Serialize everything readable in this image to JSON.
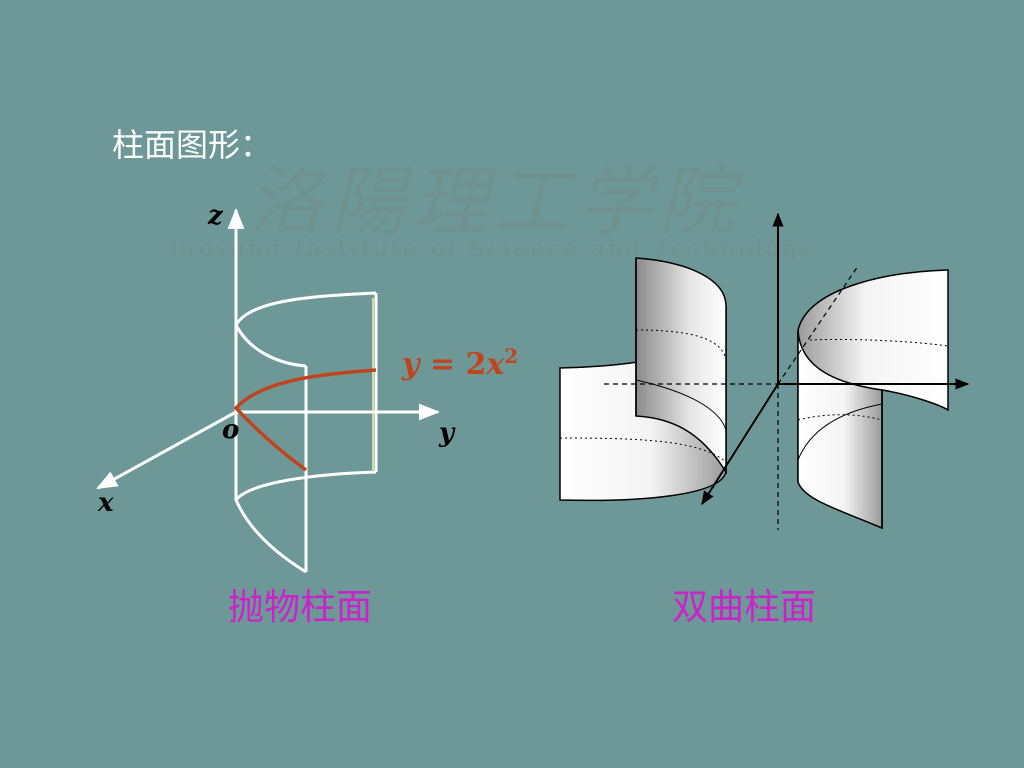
{
  "slide": {
    "title": "柱面图形：",
    "left_figure": {
      "axis_labels": {
        "z": "z",
        "o": "o",
        "y": "y",
        "x": "x"
      },
      "equation": {
        "lhs": "y",
        "eq": " = 2",
        "var": "x",
        "exp": "2",
        "color": "#c0451e"
      },
      "caption": "抛物柱面",
      "caption_color": "#cc22cc"
    },
    "right_figure": {
      "caption": "双曲柱面",
      "caption_color": "#cc22cc"
    },
    "watermark": {
      "chinese": "洛陽理工学院",
      "english": "luoyang Institute of Science and Technology"
    },
    "colors": {
      "background": "#6d9897",
      "axes": "#ffffff",
      "curve": "#c0451e"
    }
  }
}
